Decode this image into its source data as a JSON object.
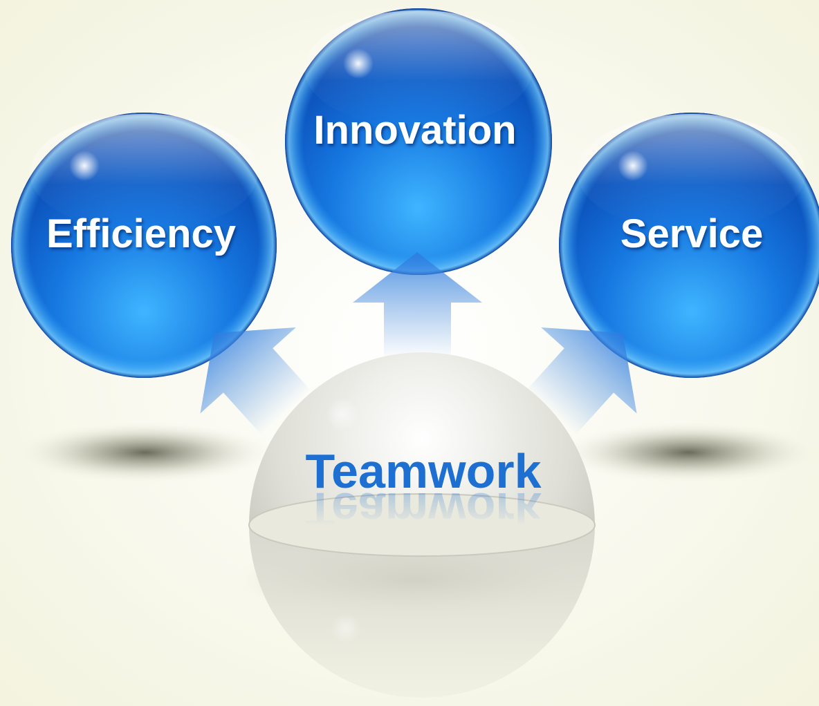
{
  "diagram": {
    "top_node": {
      "label": "Innovation"
    },
    "left_node": {
      "label": "Efficiency"
    },
    "right_node": {
      "label": "Service"
    },
    "center_node": {
      "label": "Teamwork"
    }
  },
  "colors": {
    "background": "#f7f7e6",
    "sphere_blue_dark": "#0a45a8",
    "sphere_blue_light": "#2aa4ff",
    "center_sphere": "#d8d8d0",
    "center_text": "#1d6fd1",
    "arrow": "#4b8fe0"
  }
}
